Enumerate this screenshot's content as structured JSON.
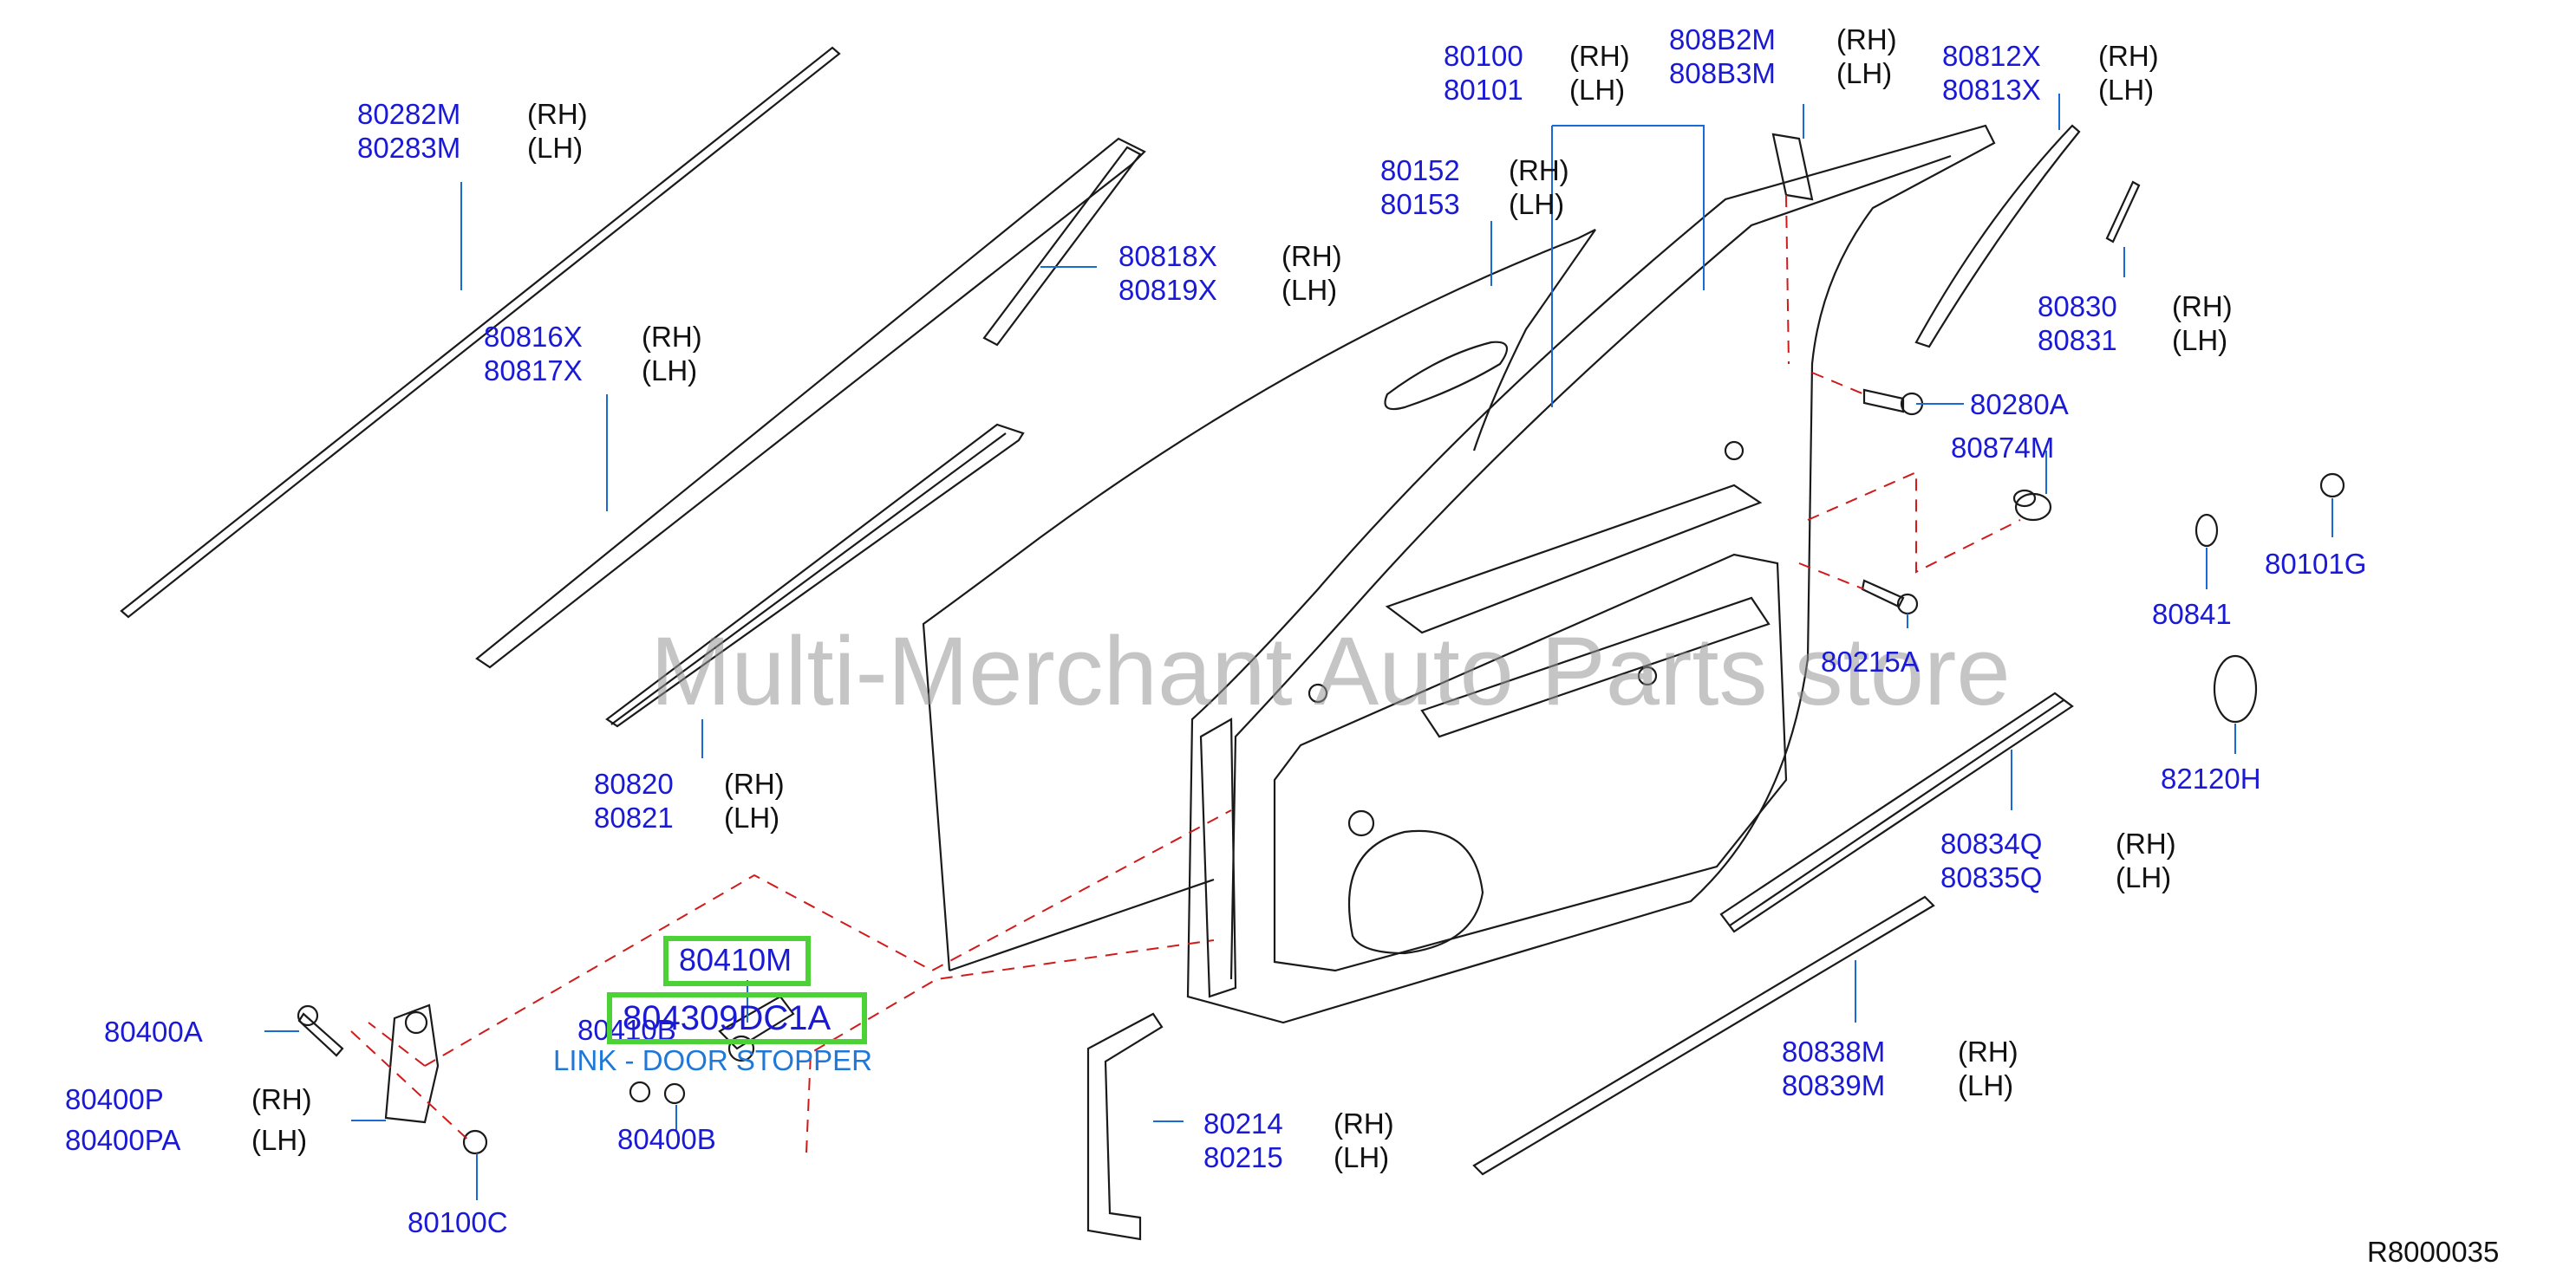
{
  "diagram": {
    "watermark": "Multi-Merchant Auto Parts store",
    "reference": "R8000035",
    "highlight": {
      "part_a": "80410M",
      "part_b": "804309DC1A",
      "description": "LINK - DOOR STOPPER"
    },
    "callouts": [
      {
        "id": "c1",
        "numbers": [
          "80282M",
          "80283M"
        ],
        "sides": [
          "(RH)",
          "(LH)"
        ]
      },
      {
        "id": "c2",
        "numbers": [
          "80816X",
          "80817X"
        ],
        "sides": [
          "(RH)",
          "(LH)"
        ]
      },
      {
        "id": "c3",
        "numbers": [
          "80818X",
          "80819X"
        ],
        "sides": [
          "(RH)",
          "(LH)"
        ]
      },
      {
        "id": "c4",
        "numbers": [
          "80820",
          "80821"
        ],
        "sides": [
          "(RH)",
          "(LH)"
        ]
      },
      {
        "id": "c5",
        "numbers": [
          "80152",
          "80153"
        ],
        "sides": [
          "(RH)",
          "(LH)"
        ]
      },
      {
        "id": "c6",
        "numbers": [
          "80100",
          "80101"
        ],
        "sides": [
          "(RH)",
          "(LH)"
        ]
      },
      {
        "id": "c7",
        "numbers": [
          "808B2M",
          "808B3M"
        ],
        "sides": [
          "(RH)",
          "(LH)"
        ]
      },
      {
        "id": "c8",
        "numbers": [
          "80812X",
          "80813X"
        ],
        "sides": [
          "(RH)",
          "(LH)"
        ]
      },
      {
        "id": "c9",
        "numbers": [
          "80830",
          "80831"
        ],
        "sides": [
          "(RH)",
          "(LH)"
        ]
      },
      {
        "id": "c10",
        "numbers": [
          "80280A"
        ],
        "sides": []
      },
      {
        "id": "c11",
        "numbers": [
          "80874M"
        ],
        "sides": []
      },
      {
        "id": "c12",
        "numbers": [
          "80101G"
        ],
        "sides": []
      },
      {
        "id": "c13",
        "numbers": [
          "80841"
        ],
        "sides": []
      },
      {
        "id": "c14",
        "numbers": [
          "80215A"
        ],
        "sides": []
      },
      {
        "id": "c15",
        "numbers": [
          "82120H"
        ],
        "sides": []
      },
      {
        "id": "c16",
        "numbers": [
          "80834Q",
          "80835Q"
        ],
        "sides": [
          "(RH)",
          "(LH)"
        ]
      },
      {
        "id": "c17",
        "numbers": [
          "80838M",
          "80839M"
        ],
        "sides": [
          "(RH)",
          "(LH)"
        ]
      },
      {
        "id": "c18",
        "numbers": [
          "80214",
          "80215"
        ],
        "sides": [
          "(RH)",
          "(LH)"
        ]
      },
      {
        "id": "c19",
        "numbers": [
          "80400A"
        ],
        "sides": []
      },
      {
        "id": "c20",
        "numbers": [
          "80400P",
          "80400PA"
        ],
        "sides": [
          "(RH)",
          "(LH)"
        ]
      },
      {
        "id": "c21",
        "numbers": [
          "80100C"
        ],
        "sides": []
      },
      {
        "id": "c22",
        "numbers": [
          "80410B"
        ],
        "sides": []
      },
      {
        "id": "c23",
        "numbers": [
          "80400B"
        ],
        "sides": []
      }
    ]
  }
}
